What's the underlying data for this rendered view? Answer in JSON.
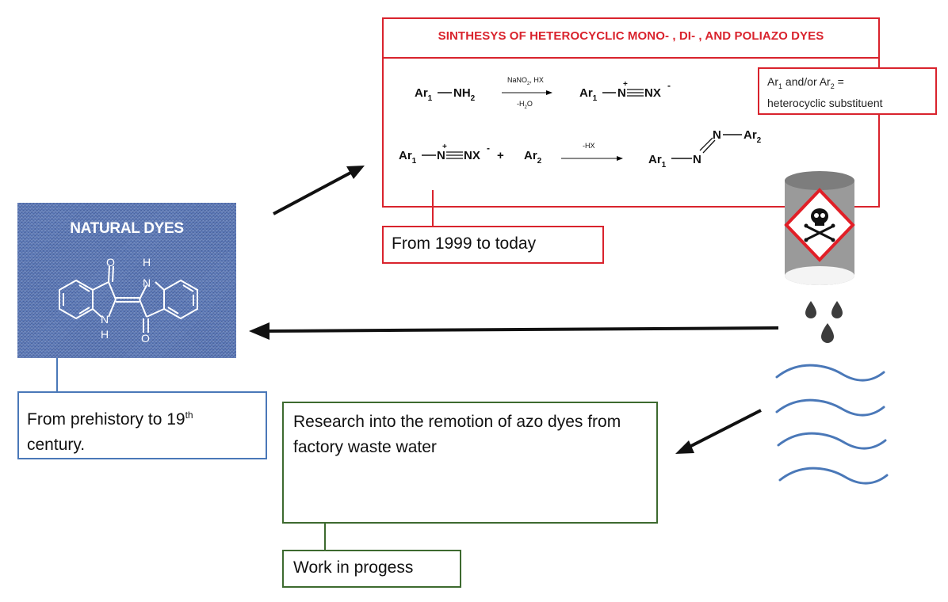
{
  "synthesis": {
    "title": "SINTHESYS OF HETEROCYCLIC MONO- , DI- , AND POLIAZO DYES",
    "reaction1": {
      "reactant_ar": "Ar",
      "reactant_ar_sub": "1",
      "reactant_group": "NH",
      "reactant_group_sub": "2",
      "reagent_above": "NaNO",
      "reagent_above_sub": "2",
      "reagent_above_tail": ", HX",
      "reagent_below": "-H",
      "reagent_below_sub": "2",
      "reagent_below_tail": "O",
      "product_ar": "Ar",
      "product_ar_sub": "1",
      "product_n": "N",
      "product_charge": "+",
      "product_group": "NX",
      "product_anion": "-"
    },
    "reaction2": {
      "reactant_ar": "Ar",
      "reactant_ar_sub": "1",
      "reactant_n": "N",
      "reactant_charge": "+",
      "reactant_group": "NX",
      "reactant_anion": "-",
      "plus": "+",
      "partner_ar": "Ar",
      "partner_ar_sub": "2",
      "reagent_above": "-HX",
      "product_ar1": "Ar",
      "product_ar1_sub": "1",
      "product_n_lower": "N",
      "product_n_upper": "N",
      "product_ar2": "Ar",
      "product_ar2_sub": "2"
    },
    "note": {
      "ar1": "Ar",
      "ar1_sub": "1",
      "mid": " and/or ",
      "ar2": "Ar",
      "ar2_sub": "2",
      "tail": " =",
      "line2": "heterocyclic substituent"
    },
    "period": "From 1999 to today"
  },
  "natural": {
    "title": "NATURAL DYES",
    "atom_o_top": "O",
    "atom_h_top": "H",
    "atom_n_top": "N",
    "atom_n_bottom": "N",
    "atom_h_bottom": "H",
    "atom_o_bottom": "O",
    "period_main": "From prehistory to 19",
    "period_sup": "th",
    "period_tail": "century."
  },
  "research": {
    "text": "Research into the remotion of azo dyes from factory waste water",
    "status": "Work in progess"
  },
  "colors": {
    "red": "#d9232d",
    "green": "#3d6a2f",
    "blue": "#4a78b8",
    "wave": "#4a78b8",
    "barrel": "#999999"
  },
  "icons": [
    "arrow-icon",
    "hazard-barrel-icon",
    "skull-crossbones-icon",
    "droplet-icon",
    "water-waves-icon",
    "plant-hand-icon",
    "indigo-molecule-icon"
  ]
}
